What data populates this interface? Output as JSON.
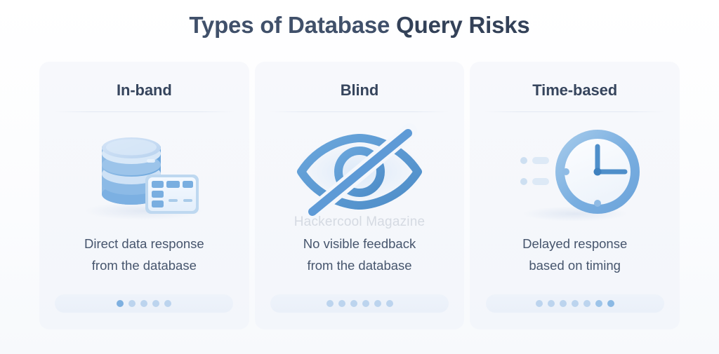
{
  "page": {
    "title_part_light": "Types of Database ",
    "title_part_bold": "Query Risks",
    "background_color": "#fbfcfe",
    "accent_color": "#5b9bd5",
    "heading_color": "#36455d",
    "body_text_color": "#46556d"
  },
  "watermark": {
    "text": "Hackercool Magazine",
    "color": "#c9cfd9"
  },
  "cards": [
    {
      "title": "In-band",
      "icon": "database-icon",
      "caption_line1": "Direct data response",
      "caption_line2": "from the database",
      "progress_dots": 5,
      "active_dots": 1
    },
    {
      "title": "Blind",
      "icon": "eye-off-icon",
      "caption_line1": "No visible feedback",
      "caption_line2": "from the database",
      "progress_dots": 6,
      "active_dots": 0
    },
    {
      "title": "Time-based",
      "icon": "clock-icon",
      "caption_line1": "Delayed response",
      "caption_line2": "based on timing",
      "progress_dots": 7,
      "active_dots": 2
    }
  ]
}
